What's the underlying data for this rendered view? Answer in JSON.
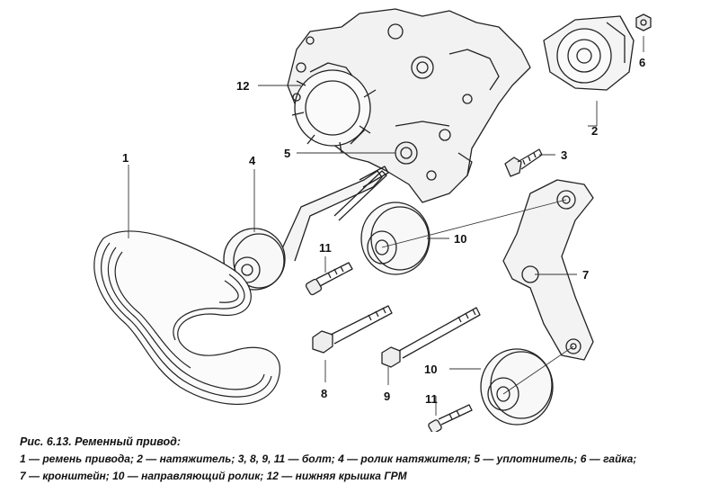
{
  "figure": {
    "callouts": {
      "c1": "1",
      "c2": "2",
      "c3": "3",
      "c4": "4",
      "c5": "5",
      "c6": "6",
      "c7": "7",
      "c8": "8",
      "c9": "9",
      "c10a": "10",
      "c10b": "10",
      "c11a": "11",
      "c11b": "11",
      "c12": "12"
    }
  },
  "caption": {
    "title": "Рис. 6.13. Ременный привод:",
    "line1": "1 — ремень привода; 2 — натяжитель; 3, 8, 9, 11 — болт; 4 — ролик натяжителя; 5 — уплотнитель; 6 — гайка;",
    "line2": "7 — кронштейн; 10 — направляющий ролик; 12 — нижняя крышка ГРМ"
  }
}
